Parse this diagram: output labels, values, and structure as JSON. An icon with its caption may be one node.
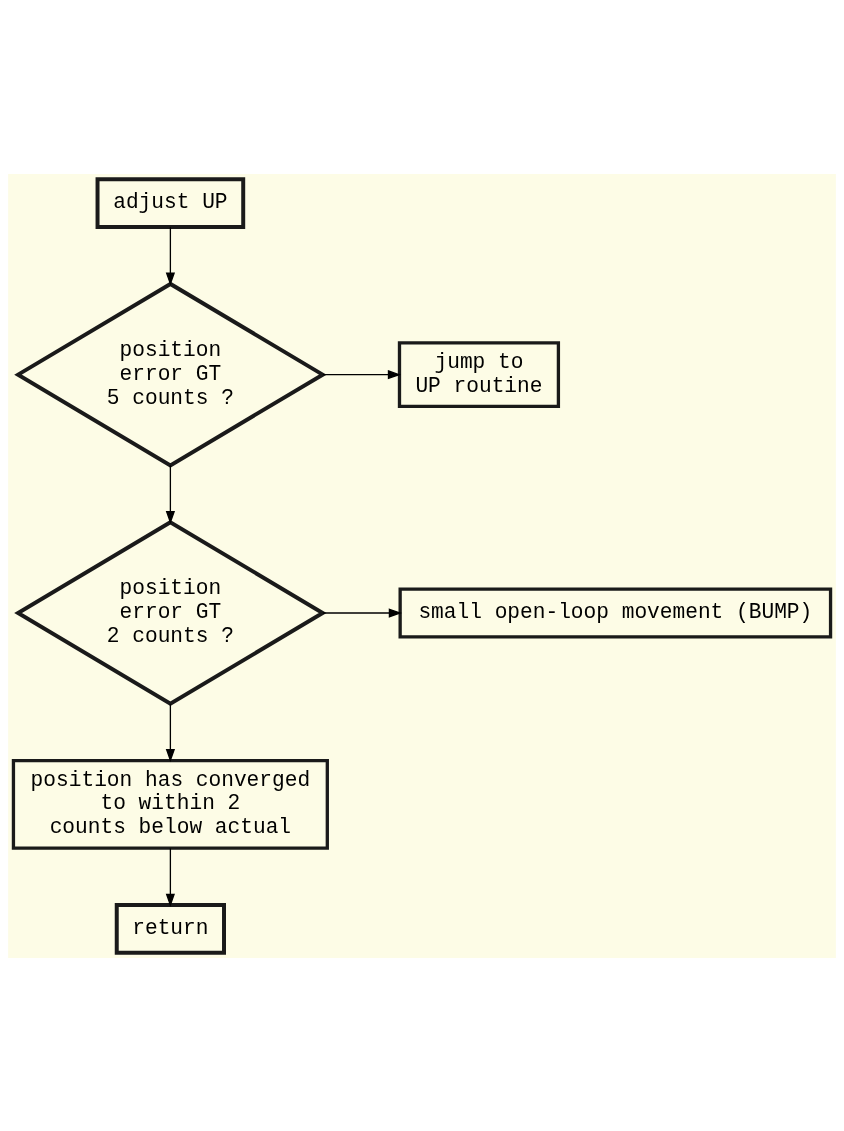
{
  "diagram": {
    "nodes": [
      {
        "text": [
          "adjust UP"
        ]
      },
      {
        "text": [
          "position error GT 5 counts ?"
        ]
      },
      {
        "text": [
          "jump to UP routine"
        ]
      },
      {
        "text": [
          "position error GT 2 counts ?"
        ]
      },
      {
        "text": [
          "small open-loop movement (BUMP)"
        ]
      },
      {
        "text": [
          "position has converged to within 2 counts below actual"
        ]
      },
      {
        "text": [
          "return"
        ]
      }
    ],
    "edges": [
      {
        "from": 0,
        "to": 1,
        "arrow": "to"
      },
      {
        "from": 1,
        "to": 2,
        "arrow": "to"
      },
      {
        "from": 1,
        "to": 3,
        "arrow": "to"
      },
      {
        "from": 3,
        "to": 4,
        "arrow": "to"
      },
      {
        "from": 3,
        "to": 5,
        "arrow": "to"
      },
      {
        "from": 5,
        "to": 6,
        "arrow": "to"
      }
    ]
  }
}
